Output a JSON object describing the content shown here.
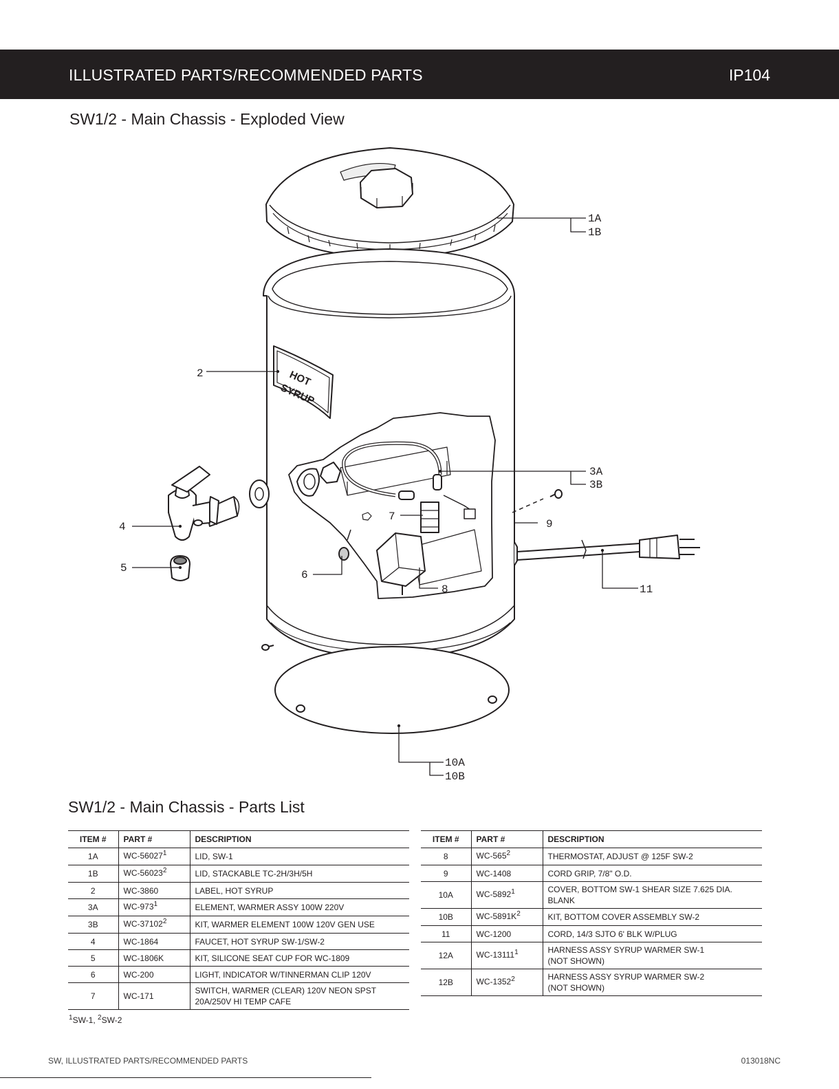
{
  "header": {
    "title": "ILLUSTRATED PARTS/RECOMMENDED PARTS",
    "code": "IP104"
  },
  "diagram": {
    "title": "SW1/2 - Main Chassis - Exploded View",
    "label_text_1": "HOT",
    "label_text_2": "SYRUP",
    "callouts": {
      "c1a": "1A",
      "c1b": "1B",
      "c2": "2",
      "c3a": "3A",
      "c3b": "3B",
      "c4": "4",
      "c5": "5",
      "c6": "6",
      "c7": "7",
      "c8": "8",
      "c9": "9",
      "c10a": "10A",
      "c10b": "10B",
      "c11": "11"
    }
  },
  "parts_list": {
    "title": "SW1/2 - Main Chassis - Parts List",
    "headers": {
      "item": "ITEM #",
      "part": "PART #",
      "description": "DESCRIPTION"
    },
    "left": [
      {
        "item": "1A",
        "part": "WC-56027",
        "sup": "1",
        "desc": "LID, SW-1",
        "desc2": ""
      },
      {
        "item": "1B",
        "part": "WC-56023",
        "sup": "2",
        "desc": "LID, STACKABLE TC-2H/3H/5H",
        "desc2": ""
      },
      {
        "item": "2",
        "part": "WC-3860",
        "sup": "",
        "desc": "LABEL, HOT SYRUP",
        "desc2": ""
      },
      {
        "item": "3A",
        "part": "WC-973",
        "sup": "1",
        "desc": "ELEMENT, WARMER ASSY 100W 220V",
        "desc2": ""
      },
      {
        "item": "3B",
        "part": "WC-37102",
        "sup": "2",
        "desc": "KIT, WARMER ELEMENT 100W 120V GEN USE",
        "desc2": ""
      },
      {
        "item": "4",
        "part": "WC-1864",
        "sup": "",
        "desc": "FAUCET, HOT SYRUP SW-1/SW-2",
        "desc2": ""
      },
      {
        "item": "5",
        "part": "WC-1806K",
        "sup": "",
        "desc": "KIT, SILICONE SEAT CUP FOR WC-1809",
        "desc2": ""
      },
      {
        "item": "6",
        "part": "WC-200",
        "sup": "",
        "desc": "LIGHT, INDICATOR W/TINNERMAN CLIP 120V",
        "desc2": ""
      },
      {
        "item": "7",
        "part": "WC-171",
        "sup": "",
        "desc": "SWITCH, WARMER (CLEAR) 120V NEON SPST",
        "desc2": "20A/250V HI TEMP CAFE"
      }
    ],
    "right": [
      {
        "item": "8",
        "part": "WC-565",
        "sup": "2",
        "desc": "THERMOSTAT, ADJUST @ 125F SW-2",
        "desc2": ""
      },
      {
        "item": "9",
        "part": "WC-1408",
        "sup": "",
        "desc": "CORD GRIP, 7/8\" O.D.",
        "desc2": ""
      },
      {
        "item": "10A",
        "part": "WC-5892",
        "sup": "1",
        "desc": "COVER, BOTTOM SW-1 SHEAR SIZE 7.625 DIA.",
        "desc2": "BLANK"
      },
      {
        "item": "10B",
        "part": "WC-5891K",
        "sup": "2",
        "desc": "KIT, BOTTOM COVER ASSEMBLY SW-2",
        "desc2": ""
      },
      {
        "item": "11",
        "part": "WC-1200",
        "sup": "",
        "desc": "CORD, 14/3 SJTO 6' BLK W/PLUG",
        "desc2": ""
      },
      {
        "item": "12A",
        "part": "WC-13111",
        "sup": "1",
        "desc": "HARNESS ASSY SYRUP WARMER SW-1",
        "desc2": "(NOT SHOWN)"
      },
      {
        "item": "12B",
        "part": "WC-1352",
        "sup": "2",
        "desc": "HARNESS ASSY SYRUP WARMER SW-2",
        "desc2": "(NOT SHOWN)"
      }
    ],
    "footnote": {
      "n1": "1",
      "t1": "SW-1, ",
      "n2": "2",
      "t2": "SW-2"
    }
  },
  "footer": {
    "left": "SW, ILLUSTRATED PARTS/RECOMMENDED PARTS",
    "right": "013018NC"
  }
}
